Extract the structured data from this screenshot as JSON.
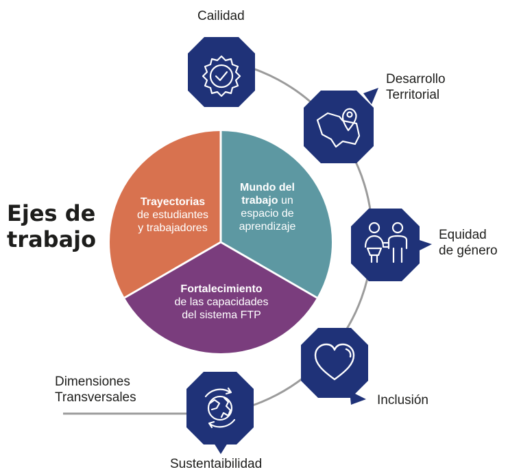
{
  "title": {
    "line1": "Ejes de",
    "line2": "trabajo"
  },
  "colors": {
    "navy": "#1f3278",
    "orange": "#d8724f",
    "teal": "#5d98a2",
    "purple": "#7a3d7d",
    "ring": "#9b9b9b"
  },
  "pie": {
    "segments": [
      {
        "name": "trayectorias",
        "color": "#d8724f",
        "bold": "Trayectorias",
        "rest": [
          "de estudiantes",
          "y trabajadores"
        ]
      },
      {
        "name": "mundo-del-trabajo",
        "color": "#5d98a2",
        "bold_lines": [
          "Mundo del",
          "trabajo"
        ],
        "rest_inline": " un",
        "rest": [
          "espacio de",
          "aprendizaje"
        ]
      },
      {
        "name": "fortalecimiento",
        "color": "#7a3d7d",
        "bold": "Fortalecimiento",
        "rest": [
          "de las capacidades",
          "del sistema FTP"
        ]
      }
    ]
  },
  "dimensions_label": {
    "line1": "Dimensiones",
    "line2": "Transversales"
  },
  "nodes": [
    {
      "key": "calidad",
      "icon": "quality-badge-icon",
      "label_lines": [
        "Cailidad"
      ]
    },
    {
      "key": "desarrollo",
      "icon": "map-pin-icon",
      "label_lines": [
        "Desarrollo",
        "Territorial"
      ]
    },
    {
      "key": "equidad",
      "icon": "people-icon",
      "label_lines": [
        "Equidad",
        "de género"
      ]
    },
    {
      "key": "inclusion",
      "icon": "heart-icon",
      "label_lines": [
        "Inclusión"
      ]
    },
    {
      "key": "sustentabilidad",
      "icon": "globe-icon",
      "label_lines": [
        "Sustentaibilidad"
      ]
    }
  ]
}
